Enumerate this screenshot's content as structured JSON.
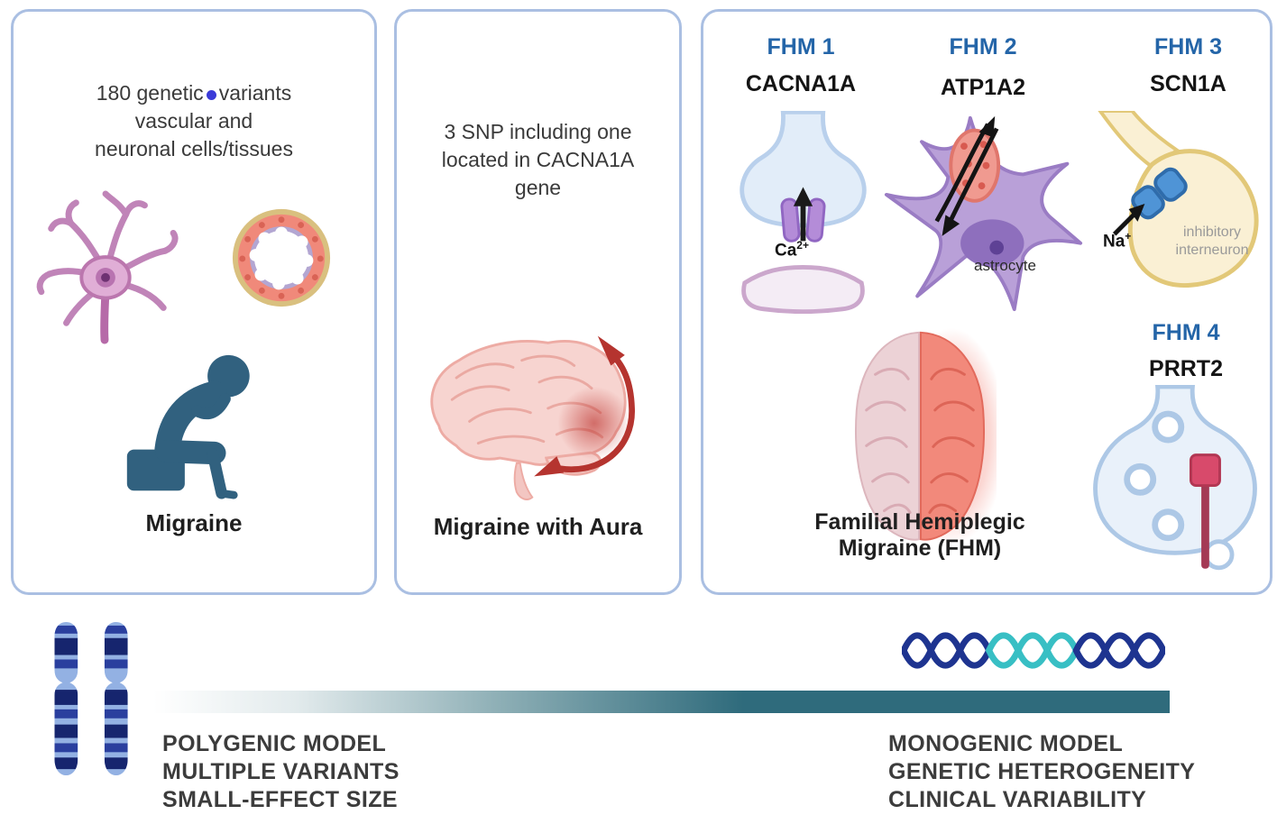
{
  "colors": {
    "panel_border": "#aabfe2",
    "fhm_blue": "#2465a8",
    "spectrum_teal": "#2f6b7c",
    "variant_dot_blue": "#3b3bd8",
    "silhouette_teal": "#31617f",
    "dna_navy": "#1e3490",
    "dna_teal": "#38bfc4"
  },
  "panel_migraine": {
    "title_part1": "180 genetic",
    "title_part2": "variants",
    "subtitle": "vascular and\nneuronal cells/tissues",
    "caption": "Migraine",
    "icons": [
      "neuron-icon",
      "blood-vessel-cross-section-icon",
      "person-head-in-hands-icon"
    ]
  },
  "panel_migraine_aura": {
    "description": "3 SNP including one\nlocated in CACNA1A\ngene",
    "caption": "Migraine with Aura",
    "icons": [
      "brain-lateral-aura-arrows-icon"
    ]
  },
  "panel_fhm": {
    "caption": "Familial Hemiplegic\nMigraine (FHM)",
    "icons": [
      "brain-top-view-hemiplegic-icon"
    ],
    "subtypes": [
      {
        "label": "FHM 1",
        "gene": "CACNA1A",
        "ion": "Ca",
        "ion_charge": "2+",
        "icon": "synapse-calcium-channel-icon"
      },
      {
        "label": "FHM 2",
        "gene": "ATP1A2",
        "cell_label": "astrocyte",
        "icon": "astrocyte-pump-icon"
      },
      {
        "label": "FHM 3",
        "gene": "SCN1A",
        "ion": "Na",
        "ion_charge": "+",
        "cell_label": "inhibitory\ninterneuron",
        "icon": "interneuron-sodium-channel-icon"
      },
      {
        "label": "FHM 4",
        "gene": "PRRT2",
        "icon": "synaptic-terminal-vesicles-icon"
      }
    ]
  },
  "spectrum": {
    "left_label": "POLYGENIC MODEL\nMULTIPLE VARIANTS\nSMALL-EFFECT SIZE",
    "right_label": "MONOGENIC MODEL\nGENETIC HETEROGENEITY\nCLINICAL VARIABILITY",
    "left_icon": "chromosomes-icon",
    "right_icon": "dna-double-helix-icon"
  }
}
